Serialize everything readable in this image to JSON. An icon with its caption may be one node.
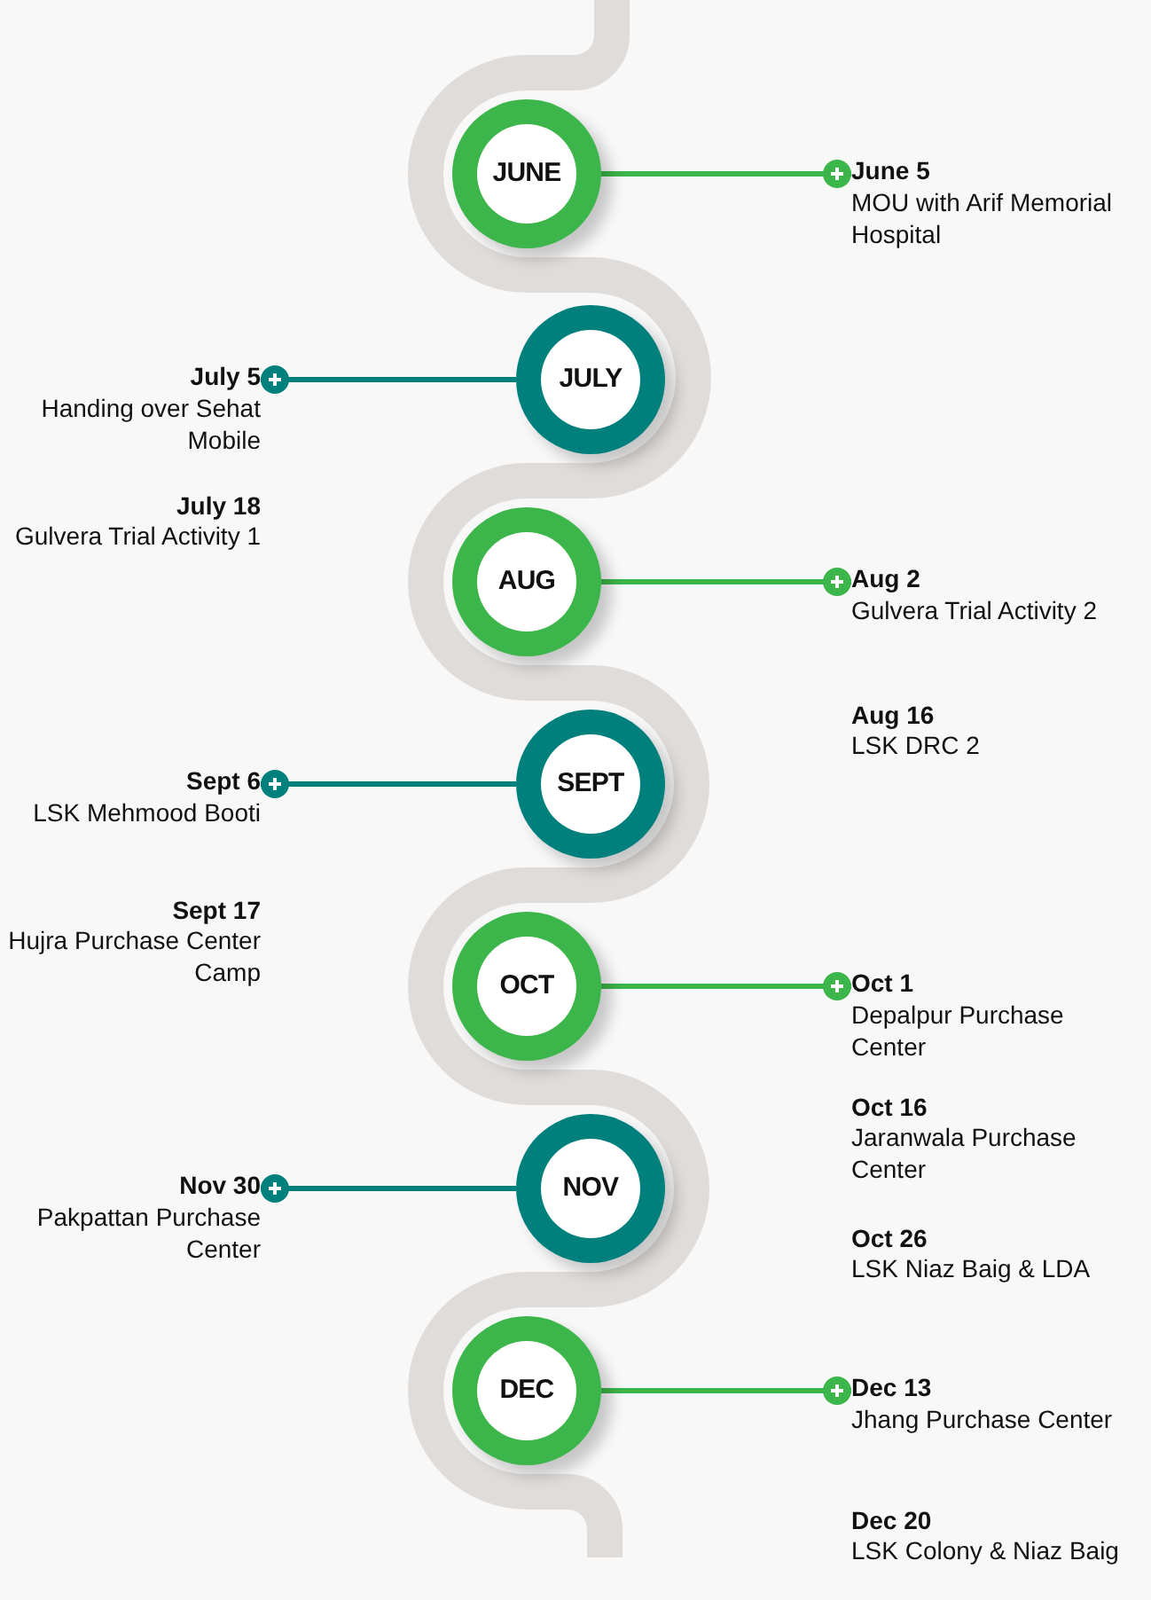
{
  "diagram": {
    "nodes": [
      {
        "text": [
          "JUNE"
        ]
      },
      {
        "text": [
          "June 5",
          "MOU with Arif Memorial Hospital"
        ]
      },
      {
        "text": [
          "JULY"
        ]
      },
      {
        "text": [
          "July 5",
          "Handing over Sehat Mobile"
        ]
      },
      {
        "text": [
          "AUG"
        ]
      },
      {
        "text": [
          "Aug 2",
          "Gulvera Trial Activity 2"
        ]
      },
      {
        "text": [
          "SEPT"
        ]
      },
      {
        "text": [
          "Sept 6",
          "LSK Mehmood Booti"
        ]
      },
      {
        "text": [
          "OCT"
        ]
      },
      {
        "text": [
          "Oct 1",
          "Depalpur Purchase Center"
        ]
      },
      {
        "text": [
          "NOV"
        ]
      },
      {
        "text": [
          "Nov 30",
          "Pakpattan Purchase Center"
        ]
      },
      {
        "text": [
          "DEC"
        ]
      },
      {
        "text": [
          "Dec 13",
          "Jhang Purchase Center"
        ]
      }
    ],
    "edges": [
      {
        "from": 0,
        "to": 1,
        "arrow": "other"
      },
      {
        "from": 2,
        "to": 3,
        "arrow": "other",
        "color": "#00807d"
      },
      {
        "from": 4,
        "to": 5,
        "arrow": "other"
      },
      {
        "from": 6,
        "to": 7,
        "arrow": "other",
        "color": "#00807d"
      },
      {
        "from": 8,
        "to": 9,
        "arrow": "other"
      },
      {
        "from": 10,
        "to": 11,
        "arrow": "other",
        "color": "#00807d"
      },
      {
        "from": 12,
        "to": 13,
        "arrow": "other"
      }
    ],
    "labels": [
      "July 18",
      "Gulvera Trial Activity 1",
      "Aug 16",
      "LSK DRC 2",
      "Sept 17",
      "Hujra Purchase Center Camp",
      "Oct 16",
      "Jaranwala Purchase Center",
      "Oct 26",
      "LSK Niaz Baig & LDA",
      "Dec 20",
      "LSK Colony & Niaz Baig"
    ]
  }
}
